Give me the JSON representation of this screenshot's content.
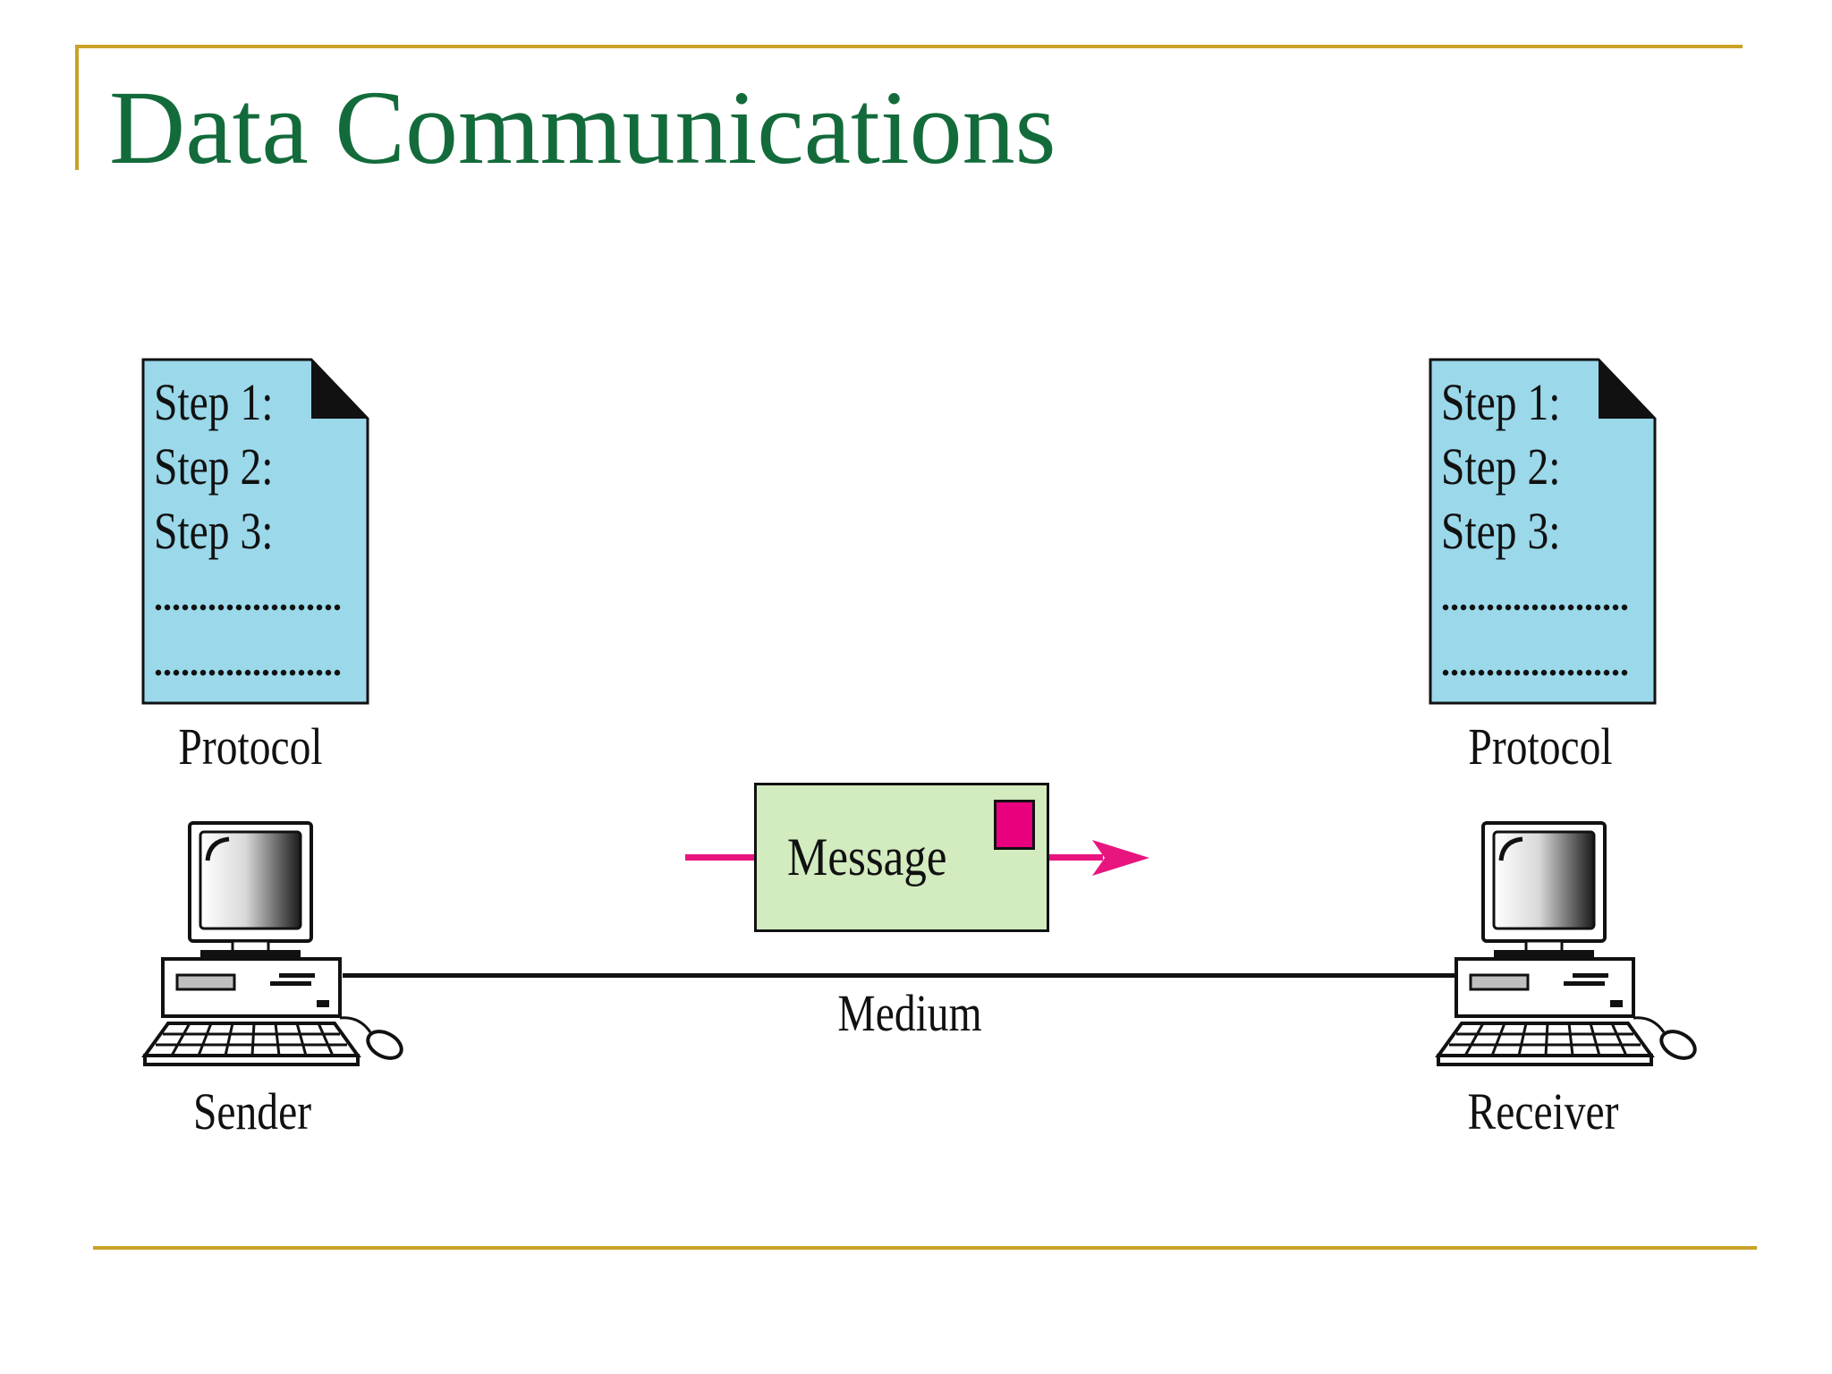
{
  "slide": {
    "title": "Data Communications"
  },
  "sender_protocol": {
    "steps": [
      "Step 1:",
      "Step 2:",
      "Step 3:"
    ],
    "label": "Protocol"
  },
  "receiver_protocol": {
    "steps": [
      "Step 1:",
      "Step 2:",
      "Step 3:"
    ],
    "label": "Protocol"
  },
  "sender": {
    "label": "Sender"
  },
  "receiver": {
    "label": "Receiver"
  },
  "message": {
    "label": "Message"
  },
  "medium": {
    "label": "Medium"
  },
  "colors": {
    "title": "#136b3b",
    "rule": "#c9a227",
    "document_fill": "#9ad8ea",
    "message_fill": "#d2ebbf",
    "arrow": "#e8157e"
  }
}
